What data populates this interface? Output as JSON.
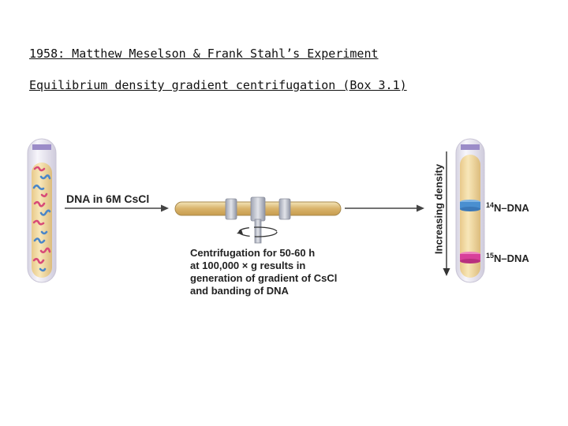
{
  "titles": {
    "line1": "1958: Matthew Meselson & Frank Stahl’s Experiment",
    "line2": "Equilibrium density gradient centrifugation (Box 3.1)"
  },
  "diagram": {
    "start_label": "DNA in 6M CsCl",
    "centrifuge_caption": [
      "Centrifugation for 50-60 h",
      "at 100,000 × g results in",
      "generation of gradient of CsCl",
      "and banding of DNA"
    ],
    "axis_label": "Increasing density",
    "bands": [
      {
        "isotope": "14",
        "label": "N–DNA",
        "color": "#4a8fd0"
      },
      {
        "isotope": "15",
        "label": "N–DNA",
        "color": "#d8409a"
      }
    ],
    "colors": {
      "tube_fill": "#f2dca0",
      "tube_glass": "#e9e7f0",
      "cap": "#9b8cc8",
      "dna_red": "#d84a78",
      "dna_blue": "#4a86c8",
      "rotor": "#b8bcc8"
    }
  }
}
